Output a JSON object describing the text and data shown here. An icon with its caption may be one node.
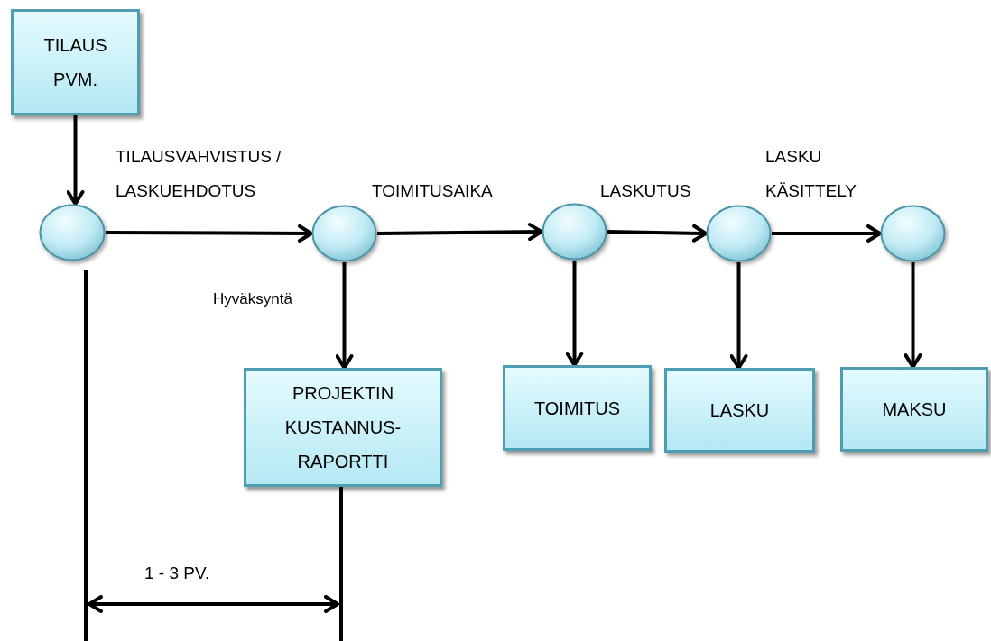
{
  "diagram": {
    "nodes": [
      {
        "text": [
          "TILAUS PVM."
        ]
      },
      {
        "text": [],
        "shape": "circle"
      },
      {
        "text": [],
        "shape": "circle"
      },
      {
        "text": [],
        "shape": "circle"
      },
      {
        "text": [],
        "shape": "circle"
      },
      {
        "text": [],
        "shape": "circle"
      },
      {
        "text": [
          "PROJEKTIN KUSTANNUS-RAPORTTI"
        ]
      },
      {
        "text": [
          "TOIMITUS"
        ]
      },
      {
        "text": [
          "LASKU"
        ]
      },
      {
        "text": [
          "MAKSU"
        ]
      }
    ],
    "edges": [
      {
        "from": 0,
        "to": 1,
        "arrow": "to"
      },
      {
        "from": 1,
        "to": 2,
        "arrow": "to",
        "label": "TILAUSVAHVISTUS / LASKUEHDOTUS"
      },
      {
        "from": 2,
        "to": 3,
        "arrow": "to",
        "label": "TOIMITUSAIKA"
      },
      {
        "from": 3,
        "to": 4,
        "arrow": "to",
        "label": "LASKUTUS"
      },
      {
        "from": 4,
        "to": 5,
        "arrow": "to",
        "label": "LASKU KÄSITTELY"
      },
      {
        "from": 2,
        "to": 6,
        "arrow": "to",
        "label": "Hyväksyntä"
      },
      {
        "from": 3,
        "to": 7,
        "arrow": "to"
      },
      {
        "from": 4,
        "to": 8,
        "arrow": "to"
      },
      {
        "from": 5,
        "to": 9,
        "arrow": "to"
      }
    ],
    "labels": [
      "1 - 3 PV."
    ]
  }
}
